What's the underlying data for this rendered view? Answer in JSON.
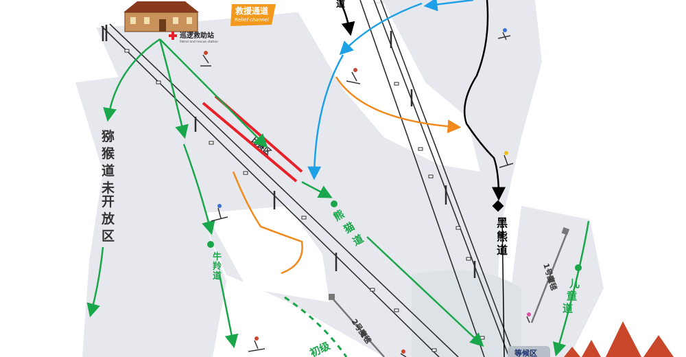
{
  "station": {
    "name": "巡逻救助站",
    "name_en": "Patrol and rescue station"
  },
  "relief": {
    "title": "救援通道",
    "subtitle": "Relief channel"
  },
  "trails": {
    "monkey": {
      "name": "猕猴道",
      "note": "(未开放区)",
      "color": "#1aa64a"
    },
    "panda": {
      "name": "熊猫道",
      "color": "#1aa64a"
    },
    "niuling": {
      "name": "牛羚道",
      "color": "#1aa64a"
    },
    "black_bear": {
      "name": "黑熊道",
      "color": "#000000"
    },
    "children": {
      "name": "儿童道",
      "color": "#1aa64a"
    },
    "beginner": {
      "name": "初级",
      "color": "#1aa64a"
    },
    "top_fragment": {
      "name": "道"
    }
  },
  "magic_carpets": {
    "one": "1号魔毯",
    "two": "2号魔毯"
  },
  "zones": {
    "competition": "比赛区",
    "bottom_fragment": "等候区"
  },
  "colors": {
    "rescue_blue": "#1ea0e6",
    "orange": "#f08a1c",
    "red_bar": "#e8202a",
    "slope": "#e6e8ed",
    "cable": "#2d2d2d",
    "label_badge": "#f39a1e"
  }
}
